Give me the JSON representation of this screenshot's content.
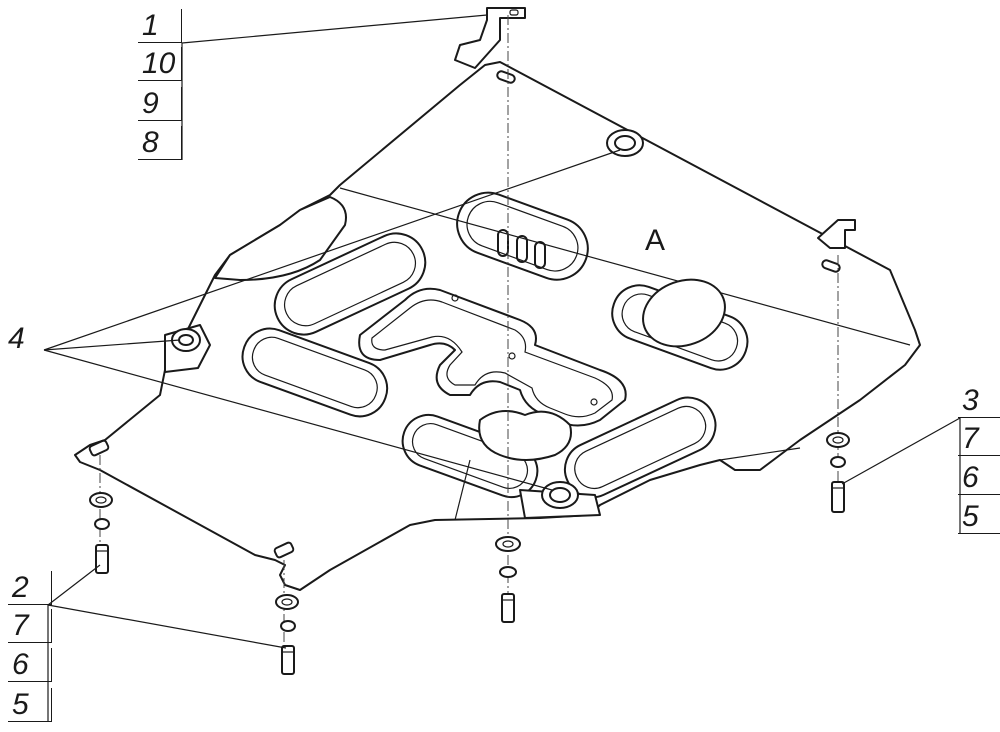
{
  "labels": {
    "group_top_left": [
      "1",
      "10",
      "9",
      "8"
    ],
    "group_right": [
      "3",
      "7",
      "6",
      "5"
    ],
    "group_bottom_left": [
      "2",
      "7",
      "6",
      "5"
    ],
    "callout_left": "4",
    "plate_mark": "A"
  }
}
